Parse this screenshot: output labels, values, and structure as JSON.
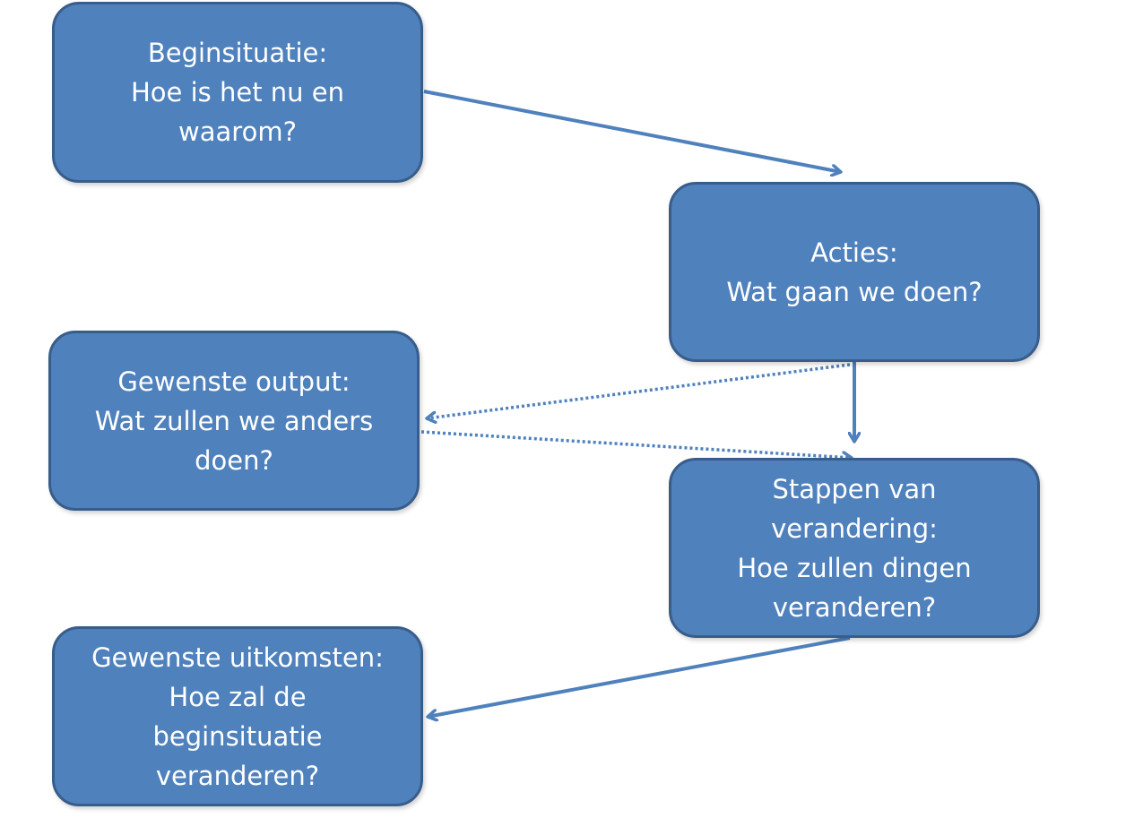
{
  "boxes": {
    "begin": {
      "lines": [
        "Beginsituatie:",
        "Hoe is het nu en",
        "waarom?"
      ]
    },
    "acties": {
      "lines": [
        "Acties:",
        "Wat gaan we doen?"
      ]
    },
    "output": {
      "lines": [
        "Gewenste output:",
        "Wat zullen we anders",
        "doen?"
      ]
    },
    "stappen": {
      "lines": [
        "Stappen van",
        "verandering:",
        "Hoe zullen dingen",
        "veranderen?"
      ]
    },
    "uitkomsten": {
      "lines": [
        "Gewenste uitkomsten:",
        "Hoe zal de",
        "beginsituatie",
        "veranderen?"
      ]
    }
  },
  "colors": {
    "box_fill": "#4f81bd",
    "box_border": "#385d8a",
    "arrow": "#4f81bd",
    "text": "#ffffff"
  }
}
